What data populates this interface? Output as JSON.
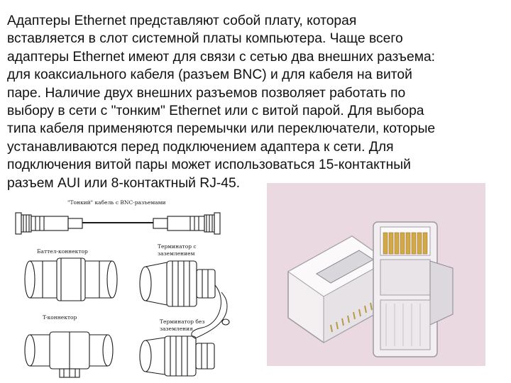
{
  "slide": {
    "body_text": "Адаптеры Ethernet представляют собой плату, которая\nвставляется в слот системной платы компьютера. Чаще всего\nадаптеры Ethernet имеют для связи с сетью два внешних разъема:\nдля коаксиального кабеля (разъем BNC) и для кабеля на витой\nпаре. Наличие двух внешних разъемов позволяет работать по\nвыбору в сети с \"тонким\" Ethernet или с витой парой. Для выбора\nтипа кабеля применяются перемычки или переключатели, которые\nустанавливаются перед подключением адаптера к сети. Для\nподключения витой пары может использоваться 15-контактный\nразъем AUI или 8-контактный RJ-45.",
    "diagram": {
      "cable_caption": "\"Тонкий\" кабель с BNC-разъемами",
      "barrel_caption": "Баттел-коннектор",
      "terminator_caption_line1": "Терминатор с",
      "terminator_caption_line2": "заземлением",
      "t_connector_caption": "T-коннектор",
      "terminator_nogr_line1": "Терминатор без",
      "terminator_nogr_line2": "заземления"
    },
    "colors": {
      "text": "#111111",
      "photo_bg": "#ead9e0",
      "line_art": "#1a1a1a"
    }
  }
}
